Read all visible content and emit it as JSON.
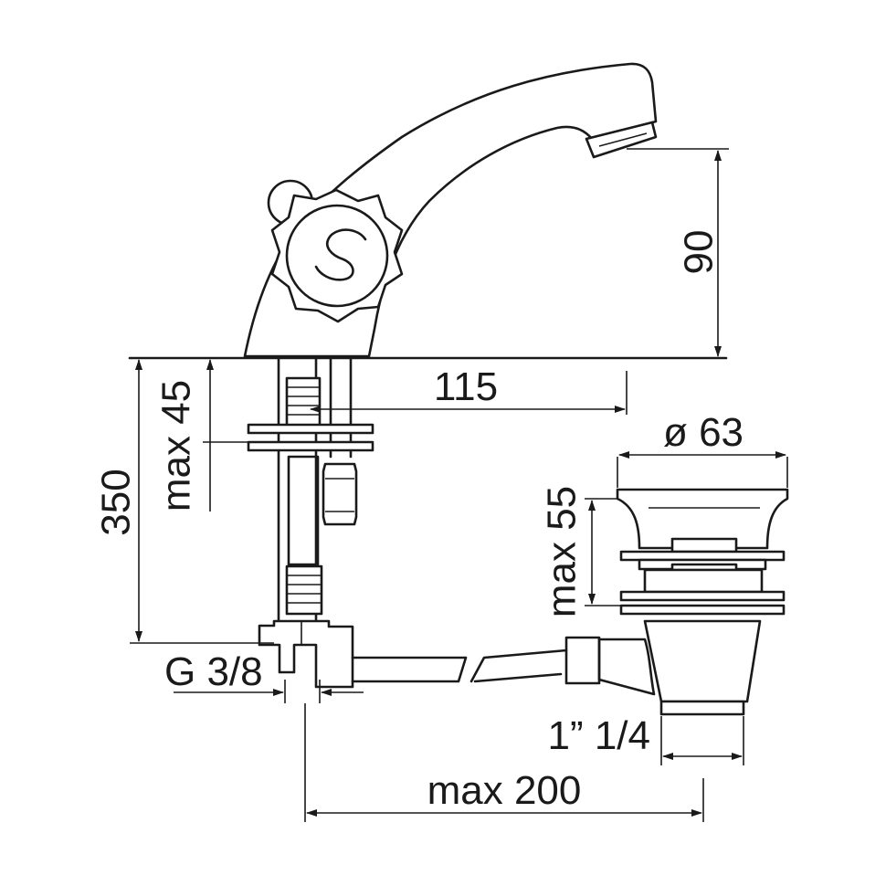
{
  "dimensions": {
    "spout_height": "90",
    "spout_reach": "115",
    "hose_length": "350",
    "deck_thickness": "max 45",
    "flange_diameter": "ø 63",
    "waste_deck_thickness": "max 55",
    "inlet_thread": "G 3/8",
    "waste_thread": "1” 1/4",
    "max_distance": "max 200"
  },
  "handle_letter": "S"
}
